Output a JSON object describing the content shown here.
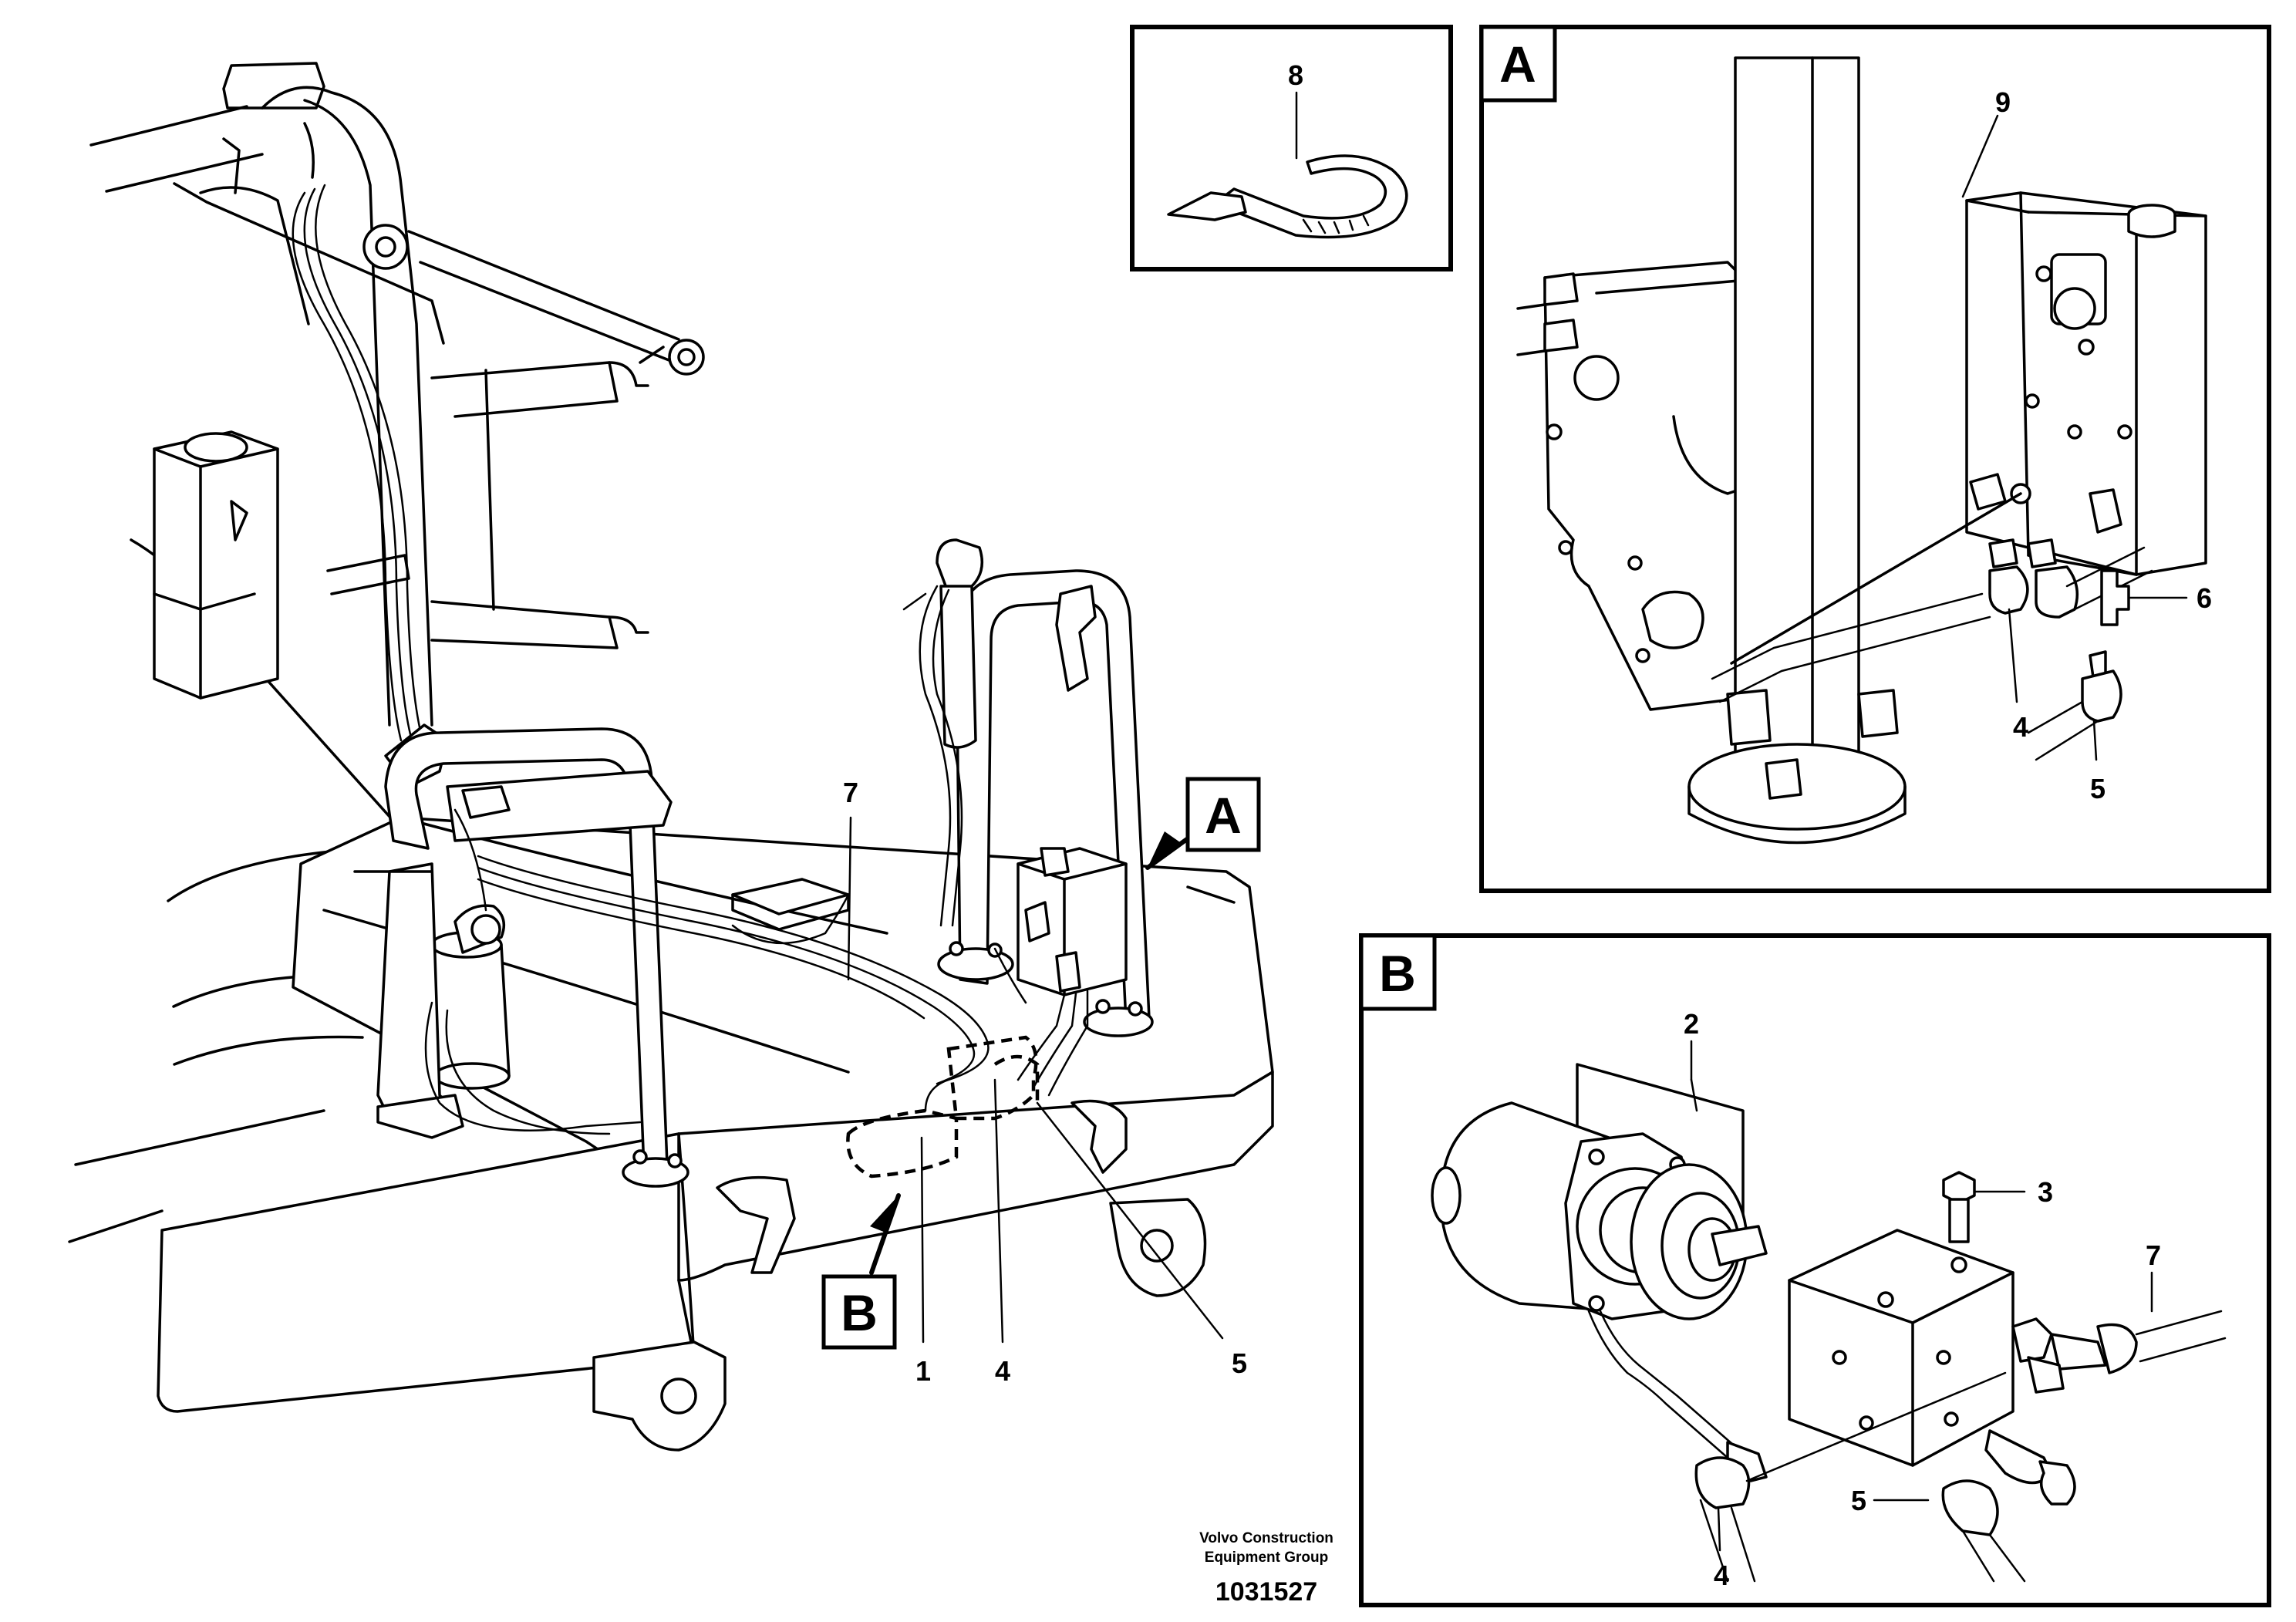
{
  "main_labels": {
    "l1": "1",
    "l4": "4",
    "l5": "5",
    "l7": "7",
    "view_a": "A",
    "view_b": "B"
  },
  "inset_tie": {
    "l8": "8"
  },
  "detail_a": {
    "title": "A",
    "l9": "9",
    "l6": "6",
    "l4": "4",
    "l5": "5"
  },
  "detail_b": {
    "title": "B",
    "l2": "2",
    "l3": "3",
    "l7": "7",
    "l4": "4",
    "l5": "5"
  },
  "footer": {
    "credit_line1": "Volvo Construction",
    "credit_line2": "Equipment Group",
    "part_number": "1031527"
  }
}
